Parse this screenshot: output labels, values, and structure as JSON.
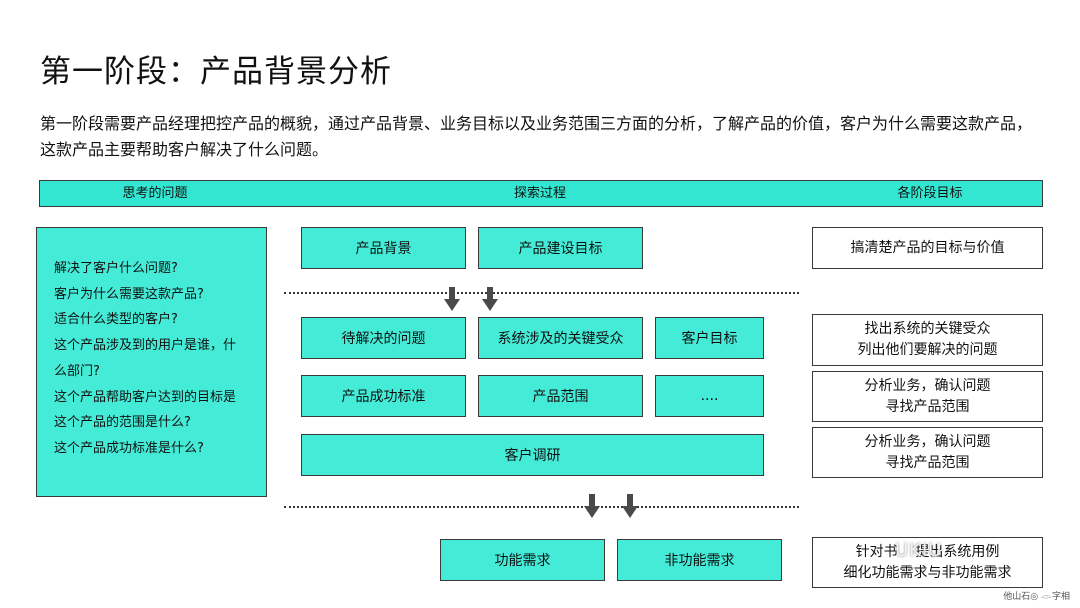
{
  "title": "第一阶段：产品背景分析",
  "description": "第一阶段需要产品经理把控产品的概貌，通过产品背景、业务目标以及业务范围三方面的分析，了解产品的价值，客户为什么需要这款产品，这款产品主要帮助客户解决了什么问题。",
  "header": {
    "col1": "思考的问题",
    "col2": "探索过程",
    "col3": "各阶段目标"
  },
  "questions": [
    "解决了客户什么问题?",
    "客户为什么需要这款产品?",
    "适合什么类型的客户?",
    "这个产品涉及到的用户是谁，什",
    "么部门?",
    "这个产品帮助客户达到的目标是",
    "这个产品的范围是什么?",
    "这个产品成功标准是什么?"
  ],
  "process": {
    "row1": [
      "产品背景",
      "产品建设目标"
    ],
    "row2": [
      "待解决的问题",
      "系统涉及的关键受众",
      "客户目标"
    ],
    "row3": [
      "产品成功标准",
      "产品范围",
      "...."
    ],
    "row4": "客户调研",
    "row5": [
      "功能需求",
      "非功能需求"
    ]
  },
  "goals": [
    [
      "搞清楚产品的目标与价值"
    ],
    [
      "找出系统的关键受众",
      "列出他们要解决的问题"
    ],
    [
      "分析业务，确认问题",
      "寻找产品范围"
    ],
    [
      "分析业务，确认问题",
      "寻找产品范围"
    ],
    [
      "针对书    提出系统用例",
      "细化功能需求与非功能需求"
    ]
  ],
  "watermark": "UKIU",
  "credit": "他山石◎ 𓁹字相",
  "colors": {
    "accent": "#44ecd8",
    "header": "#33e6d2",
    "border": "#3a3a3a"
  }
}
